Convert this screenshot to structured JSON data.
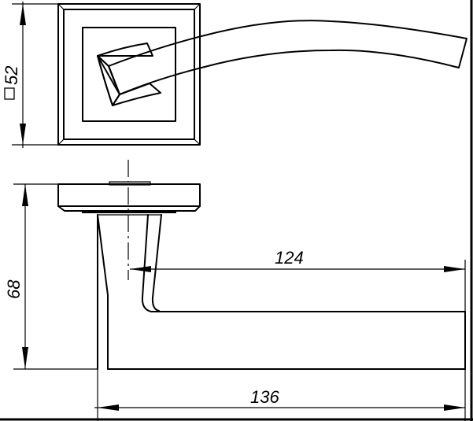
{
  "drawing": {
    "subject": "Door handle on square rose",
    "views": [
      "top-view",
      "side-view"
    ],
    "line_color": "#000000",
    "background": "#ffffff"
  },
  "dimensions": {
    "rose_square": {
      "symbol": "□",
      "value": "52",
      "label": "□ 52"
    },
    "height": {
      "value": "68",
      "label": "68"
    },
    "lever_reach": {
      "value": "124",
      "label": "124"
    },
    "overall_length": {
      "value": "136",
      "label": "136"
    }
  }
}
